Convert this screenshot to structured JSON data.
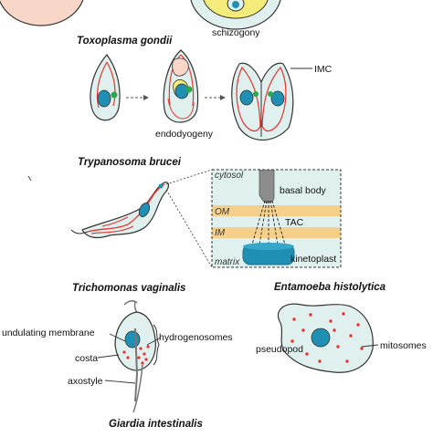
{
  "species": {
    "toxoplasma": "Toxoplasma gondii",
    "trypanosoma": "Trypanosoma brucei",
    "trichomonas": "Trichomonas vaginalis",
    "entamoeba": "Entamoeba histolytica",
    "giardia": "Giardia intestinalis"
  },
  "labels": {
    "schizogony": "schizogony",
    "imc": "IMC",
    "endodyogeny": "endodyogeny",
    "cytosol": "cytosol",
    "om": "OM",
    "im": "IM",
    "matrix": "matrix",
    "basal_body": "basal body",
    "tac": "TAC",
    "kinetoplast": "kinetoplast",
    "undulating_membrane": "undulating membrane",
    "costa": "costa",
    "axostyle": "axostyle",
    "hydrogenosomes": "hydrogenosomes",
    "pseudopod": "pseudopod",
    "mitosomes": "mitosomes"
  },
  "colors": {
    "cell_fill": "#dff0ee",
    "outline": "#333333",
    "mito_red": "#e8342f",
    "nucleus": "#1f8fb3",
    "green": "#2aa84a",
    "membrane_band": "#f6cf8b",
    "yellow": "#f4ec7a",
    "peach": "#f8d7c9"
  }
}
